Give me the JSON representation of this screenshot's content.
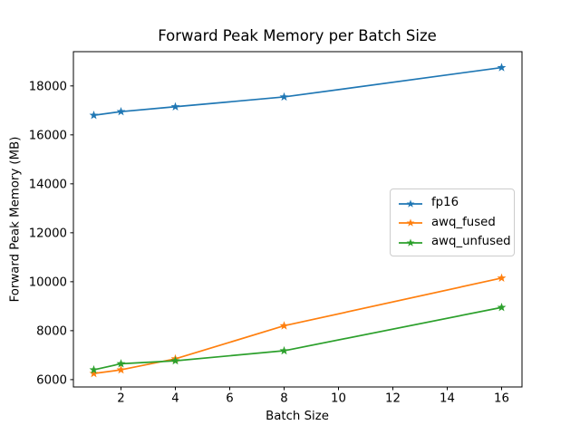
{
  "chart_data": {
    "type": "line",
    "title": "Forward Peak Memory per Batch Size",
    "xlabel": "Batch Size",
    "ylabel": "Forward Peak Memory (MB)",
    "x": [
      1,
      2,
      4,
      8,
      16
    ],
    "series": [
      {
        "name": "fp16",
        "color": "#1f77b4",
        "values": [
          16800,
          16950,
          17150,
          17550,
          18750
        ]
      },
      {
        "name": "awq_fused",
        "color": "#ff7f0e",
        "values": [
          6250,
          6400,
          6850,
          8200,
          10150
        ]
      },
      {
        "name": "awq_unfused",
        "color": "#2ca02c",
        "values": [
          6400,
          6650,
          6770,
          7180,
          8950
        ]
      }
    ],
    "x_ticks": [
      2,
      4,
      6,
      8,
      10,
      12,
      14,
      16
    ],
    "y_ticks": [
      6000,
      8000,
      10000,
      12000,
      14000,
      16000,
      18000
    ],
    "xlim": [
      0.25,
      16.75
    ],
    "ylim": [
      5700,
      19400
    ],
    "marker": "star",
    "line_width": 1.7,
    "grid": false,
    "legend_position": "center right",
    "axis_color": "#000000",
    "background_color": "#ffffff"
  }
}
